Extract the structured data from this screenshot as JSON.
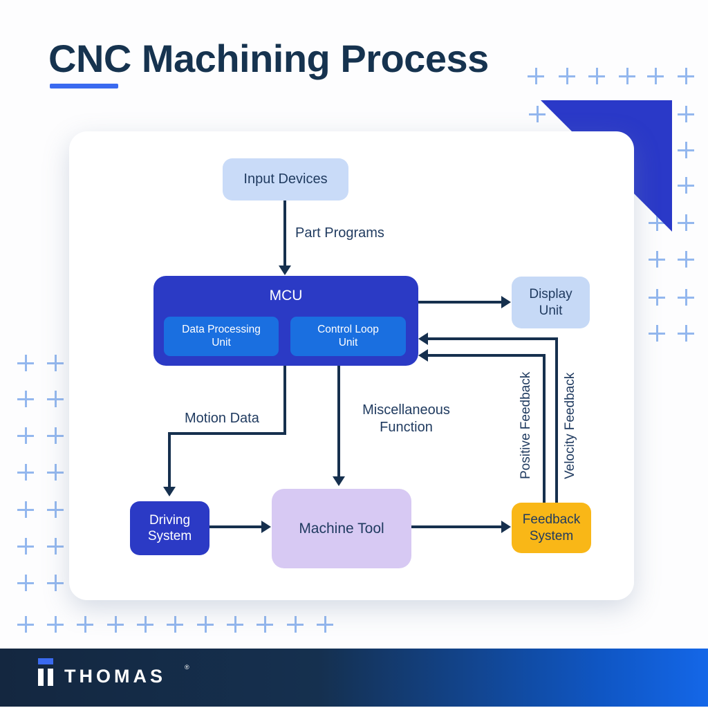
{
  "header": {
    "title": "CNC Machining Process"
  },
  "diagram": {
    "nodes": {
      "input_devices": {
        "label": "Input Devices",
        "fill": "#c9dbf8"
      },
      "mcu": {
        "label": "MCU",
        "fill": "#2b3ac5"
      },
      "data_processing_unit": {
        "label": "Data Processing Unit",
        "fill": "#1a6fe0"
      },
      "control_loop_unit": {
        "label": "Control Loop Unit",
        "fill": "#1a6fe0"
      },
      "display_unit": {
        "label": "Display Unit",
        "fill": "#c6d9f6"
      },
      "driving_system": {
        "label": "Driving System",
        "fill": "#2b3ac5"
      },
      "machine_tool": {
        "label": "Machine Tool",
        "fill": "#d7c9f3"
      },
      "feedback_system": {
        "label": "Feedback System",
        "fill": "#f9b717"
      }
    },
    "edge_labels": {
      "part_programs": "Part Programs",
      "motion_data": "Motion Data",
      "miscellaneous_function": "Miscellaneous Function",
      "positive_feedback": "Positive Feedback",
      "velocity_feedback": "Velocity Feedback"
    }
  },
  "footer": {
    "brand": "THOMAS",
    "registered_mark": "®"
  },
  "colors": {
    "title_text": "#16334f",
    "accent_underline": "#3a6af0",
    "connector": "#16304e",
    "diagram_label": "#1f3a5f",
    "plus_decoration": "#93b7ee",
    "corner_triangle": "#2a39c8",
    "footer_gradient_start": "#142740",
    "footer_gradient_end": "#1467e8"
  }
}
